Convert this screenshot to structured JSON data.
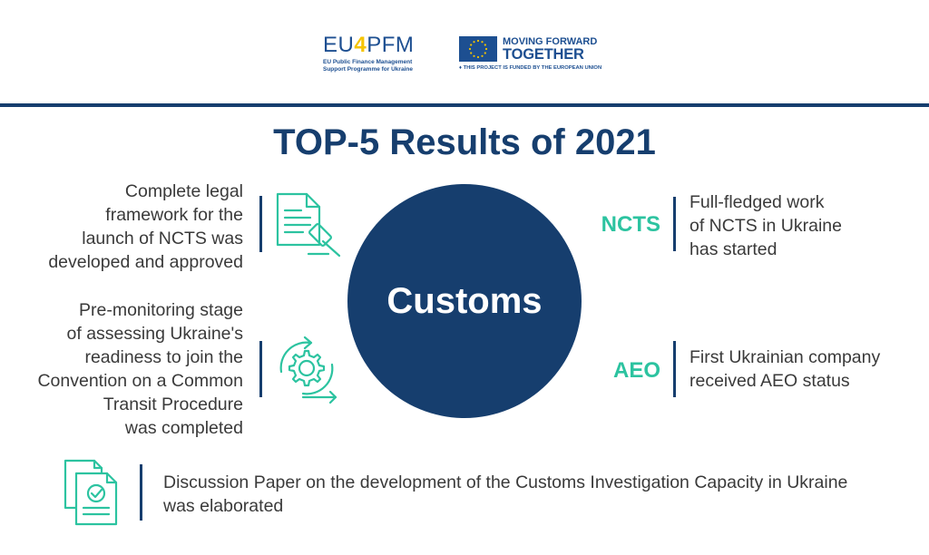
{
  "header": {
    "eu4pfm": {
      "mark_prefix": "EU",
      "mark_four": "4",
      "mark_suffix": "PFM",
      "sub_line1": "EU Public Finance Management",
      "sub_line2": "Support Programme for Ukraine"
    },
    "eu_logo": {
      "line1": "MOVING FORWARD",
      "line2": "TOGETHER",
      "line3": "♦ THIS PROJECT IS FUNDED BY THE EUROPEAN UNION"
    }
  },
  "title": "TOP-5 Results of 2021",
  "center_label": "Customs",
  "results": {
    "legal_framework": [
      "Complete legal",
      "framework for the",
      "launch of NCTS was",
      "developed and approved"
    ],
    "pre_monitoring": [
      "Pre-monitoring stage",
      "of assessing Ukraine's",
      "readiness to join the",
      "Convention on a Common",
      "Transit Procedure",
      "was completed"
    ],
    "ncts": {
      "abbr": "NCTS",
      "lines": [
        "Full-fledged work",
        "of NCTS in Ukraine",
        "has started"
      ]
    },
    "aeo": {
      "abbr": "AEO",
      "lines": [
        "First Ukrainian company",
        "received AEO status"
      ]
    },
    "discussion_paper": [
      "Discussion Paper on the development of the Customs Investigation Capacity in Ukraine",
      "was elaborated"
    ]
  },
  "colors": {
    "navy": "#163e6e",
    "teal": "#2cc3a0",
    "eu_blue": "#1d4f91",
    "eu_yellow": "#f5c400"
  }
}
